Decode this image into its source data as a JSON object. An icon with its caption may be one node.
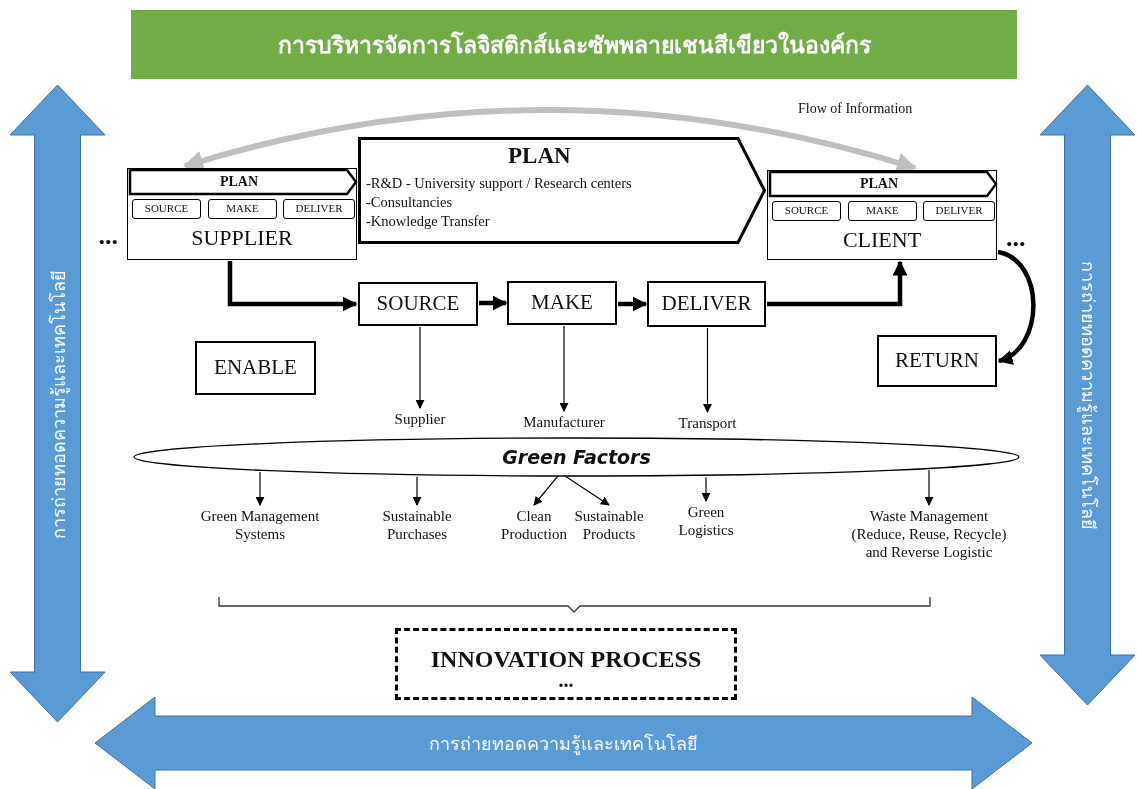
{
  "diagram": {
    "title": "การบริหารจัดการโลจิสติกส์และซัพพลายเชนสีเขียวในองค์กร",
    "nodes": [
      {
        "text": [
          "SUPPLIER"
        ],
        "beside": [
          "..."
        ]
      },
      {
        "text": [
          "PLAN"
        ],
        "in": 0
      },
      {
        "text": [
          "SOURCE"
        ],
        "in": 0
      },
      {
        "text": [
          "MAKE"
        ],
        "in": 0
      },
      {
        "text": [
          "DELIVER"
        ],
        "in": 0
      },
      {
        "text": [
          "PLAN",
          "-R&D - University support / Research centers",
          "-Consultancies",
          "-Knowledge Transfer"
        ]
      },
      {
        "text": [
          "CLIENT"
        ],
        "beside": [
          "..."
        ]
      },
      {
        "text": [
          "PLAN"
        ],
        "in": 6
      },
      {
        "text": [
          "SOURCE"
        ],
        "in": 6
      },
      {
        "text": [
          "MAKE"
        ],
        "in": 6
      },
      {
        "text": [
          "DELIVER"
        ],
        "in": 6
      },
      {
        "text": [
          "SOURCE"
        ]
      },
      {
        "text": [
          "MAKE"
        ]
      },
      {
        "text": [
          "DELIVER"
        ]
      },
      {
        "text": [
          "ENABLE"
        ]
      },
      {
        "text": [
          "RETURN"
        ]
      },
      {
        "text": [
          "Supplier"
        ]
      },
      {
        "text": [
          "Manufacturer"
        ]
      },
      {
        "text": [
          "Transport"
        ]
      },
      {
        "text": [
          "Green Factors"
        ]
      },
      {
        "text": [
          "Green Management Systems"
        ]
      },
      {
        "text": [
          "Sustainable Purchases"
        ]
      },
      {
        "text": [
          "Clean Production"
        ]
      },
      {
        "text": [
          "Sustainable Products"
        ]
      },
      {
        "text": [
          "Green Logistics"
        ]
      },
      {
        "text": [
          "Waste Management (Reduce, Reuse, Recycle) and Reverse Logistic"
        ]
      },
      {
        "text": [
          "INNOVATION PROCESS",
          "..."
        ]
      },
      {
        "text": [
          "การถ่ายทอดความรู้และเทคโนโลยี"
        ]
      },
      {
        "text": [
          "การถ่ายทอดความรู้และเทคโนโลยี"
        ]
      },
      {
        "text": [
          "การถ่ายทอดความรู้และเทคโนโลยี"
        ]
      }
    ],
    "edges": [
      {
        "from": 0,
        "to": 11,
        "arrow": "to",
        "style": "thick"
      },
      {
        "from": 11,
        "to": 12,
        "arrow": "to",
        "style": "thick"
      },
      {
        "from": 12,
        "to": 13,
        "arrow": "to",
        "style": "thick"
      },
      {
        "from": 13,
        "to": 6,
        "arrow": "to",
        "style": "thick"
      },
      {
        "from": 6,
        "to": 15,
        "arrow": "to",
        "style": "thick"
      },
      {
        "from": 0,
        "to": 6,
        "arrow": "both",
        "label": "Flow of Information",
        "style": "thick",
        "color": "#bfbfbf"
      },
      {
        "from": 11,
        "to": 16,
        "arrow": "to"
      },
      {
        "from": 12,
        "to": 17,
        "arrow": "to"
      },
      {
        "from": 13,
        "to": 18,
        "arrow": "to"
      },
      {
        "from": 19,
        "to": 20,
        "arrow": "to"
      },
      {
        "from": 19,
        "to": 21,
        "arrow": "to"
      },
      {
        "from": 19,
        "to": 22,
        "arrow": "to"
      },
      {
        "from": 19,
        "to": 23,
        "arrow": "to"
      },
      {
        "from": 19,
        "to": 24,
        "arrow": "to"
      },
      {
        "from": 19,
        "to": 25,
        "arrow": "to"
      }
    ]
  }
}
